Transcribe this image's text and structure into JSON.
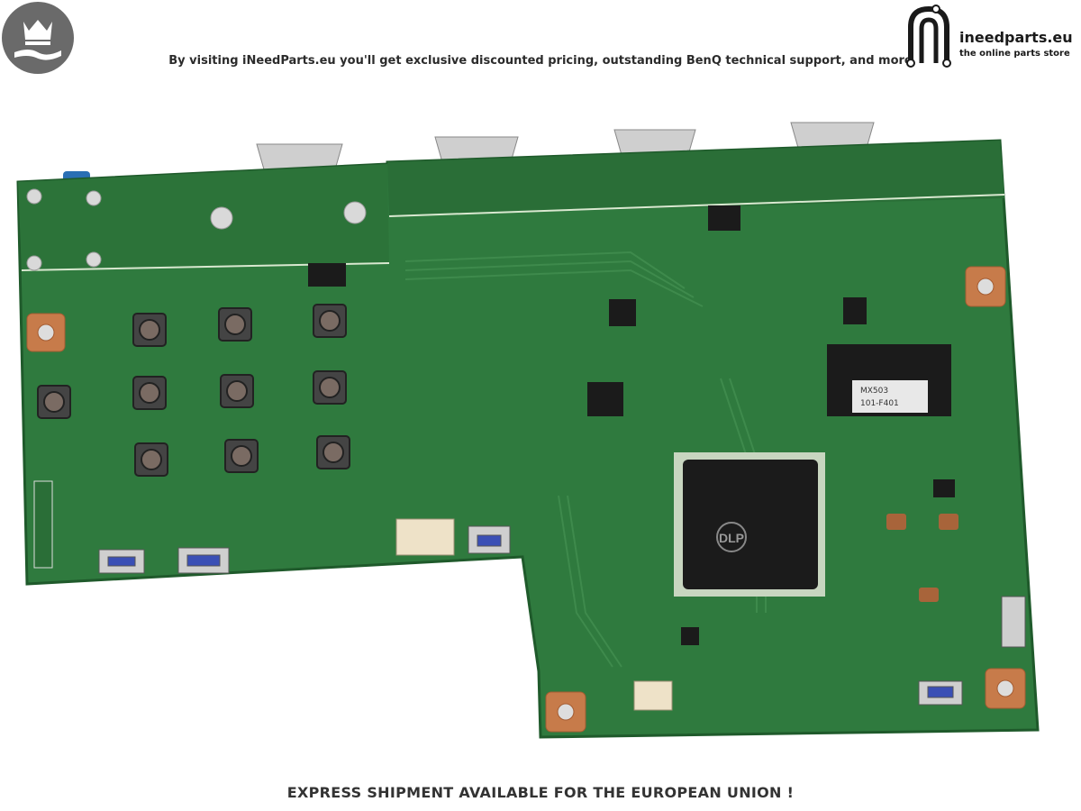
{
  "header": {
    "tagline": "By visiting iNeedParts.eu you'll get exclusive discounted pricing, outstanding BenQ technical support, and more"
  },
  "brand": {
    "name": "ineedparts.eu",
    "tagline": "the online parts store"
  },
  "product": {
    "chip_label_line1": "MX503",
    "chip_label_line2": "101-F401",
    "dlp_marking": "DLP"
  },
  "footer": {
    "shipping_note": "EXPRESS SHIPMENT AVAILABLE FOR THE EUROPEAN UNION !"
  },
  "colors": {
    "pcb_green": "#2f7a3e",
    "pcb_dark": "#1f5a2b",
    "connector_silver": "#c9c9c9",
    "chip_black": "#1b1b1b",
    "badge_gray": "#6a6a6a"
  },
  "icons": [
    "crown-hand-icon",
    "ineedparts-logo-icon"
  ]
}
